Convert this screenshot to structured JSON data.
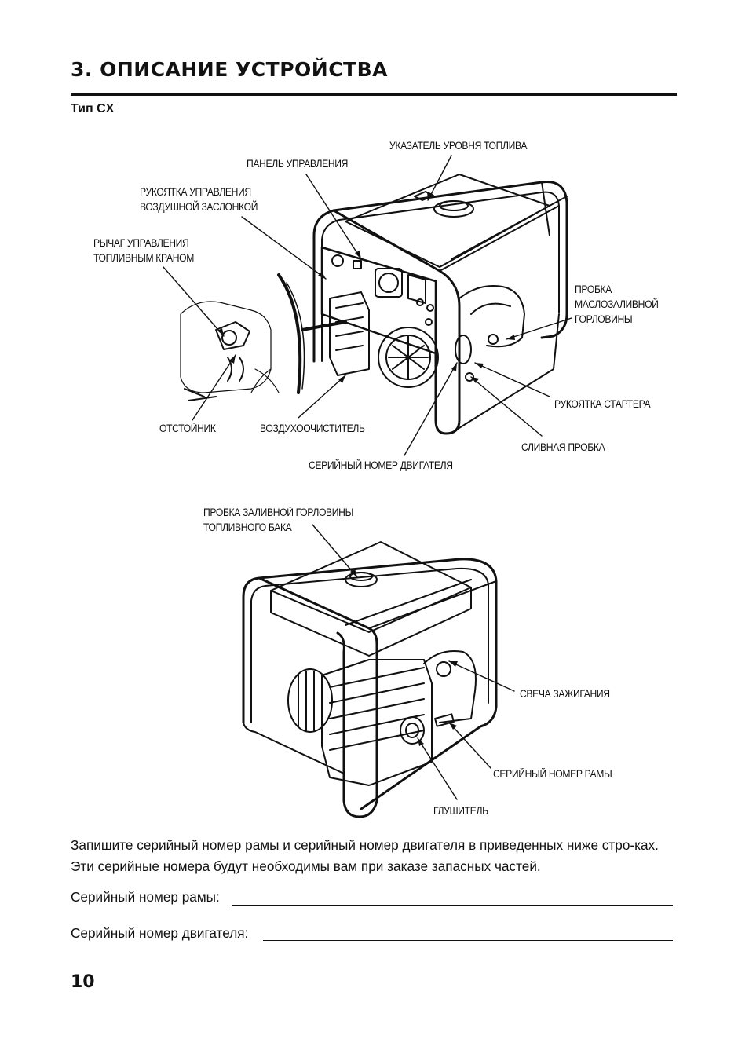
{
  "heading": "3. ОПИСАНИЕ УСТРОЙСТВА",
  "subheading": "Тип CX",
  "diagram1": {
    "labels": {
      "fuel_gauge": "УКАЗАТЕЛЬ УРОВНЯ ТОПЛИВА",
      "control_panel": "ПАНЕЛЬ УПРАВЛЕНИЯ",
      "choke_lever": "РУКОЯТКА УПРАВЛЕНИЯ\nВОЗДУШНОЙ ЗАСЛОНКОЙ",
      "fuel_valve_lever": "РЫЧАГ УПРАВЛЕНИЯ\nТОПЛИВНЫМ КРАНОМ",
      "oil_filler_cap": "ПРОБКА\nМАСЛОЗАЛИВНОЙ\nГОРЛОВИНЫ",
      "recoil_starter": "РУКОЯТКА СТАРТЕРА",
      "drain_plug": "СЛИВНАЯ ПРОБКА",
      "sediment_cup": "ОТСТОЙНИК",
      "air_cleaner": "ВОЗДУХООЧИСТИТЕЛЬ",
      "engine_serial": "СЕРИЙНЫЙ НОМЕР ДВИГАТЕЛЯ"
    }
  },
  "diagram2": {
    "labels": {
      "fuel_tank_cap": "ПРОБКА ЗАЛИВНОЙ ГОРЛОВИНЫ\nТОПЛИВНОГО БАКА",
      "spark_plug": "СВЕЧА ЗАЖИГАНИЯ",
      "frame_serial": "СЕРИЙНЫЙ НОМЕР РАМЫ",
      "muffler": "ГЛУШИТЕЛЬ"
    }
  },
  "paragraph": "Запишите серийный номер рамы и серийный номер двигателя в приведенных ниже стро-ках. Эти серийные номера будут необходимы вам при заказе запасных частей.",
  "fields": {
    "frame_label": "Серийный номер рамы:",
    "engine_label": "Серийный номер двигателя:"
  },
  "page_number": "10"
}
